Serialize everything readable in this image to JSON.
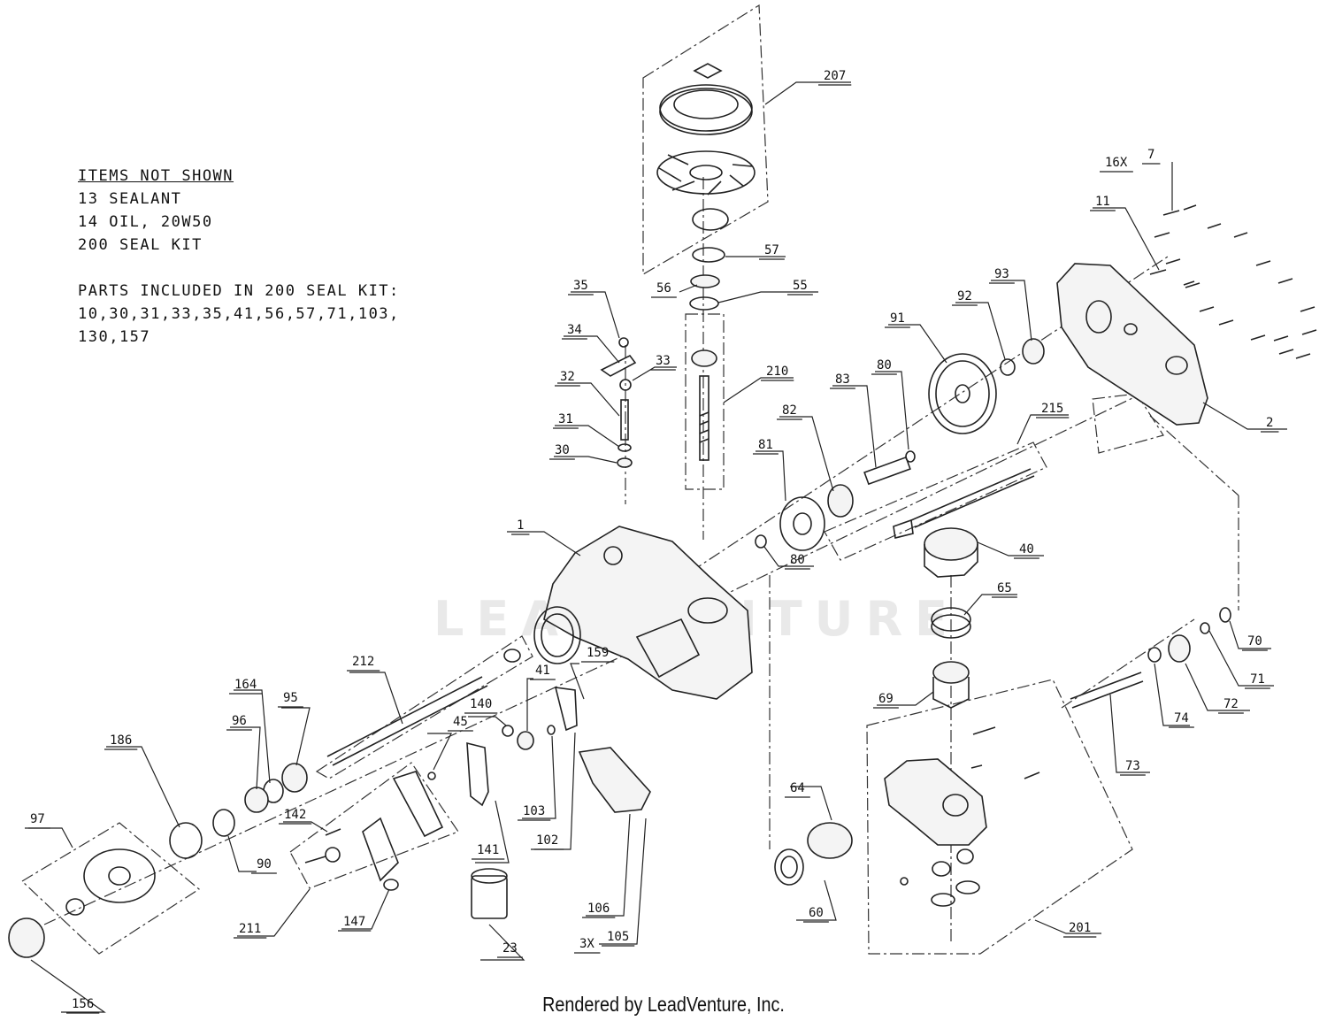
{
  "notes": {
    "heading": "ITEMS NOT SHOWN",
    "lines": [
      "13 SEALANT",
      "14 OIL, 20W50",
      "200 SEAL KIT"
    ],
    "kit_title": "PARTS INCLUDED IN 200 SEAL KIT:",
    "kit_lines": [
      "10,30,31,33,35,41,56,57,71,103,",
      "130,157"
    ]
  },
  "watermark": "LEADVENTURE",
  "footer": "Rendered by LeadVenture, Inc.",
  "labels": {
    "l207": "207",
    "l7": "7",
    "l16x": "16X",
    "l11": "11",
    "l57": "57",
    "l56": "56",
    "l55": "55",
    "l35": "35",
    "l34": "34",
    "l33": "33",
    "l32": "32",
    "l31": "31",
    "l30": "30",
    "l210": "210",
    "l93": "93",
    "l92": "92",
    "l91": "91",
    "l80a": "80",
    "l83": "83",
    "l82": "82",
    "l81": "81",
    "l80b": "80",
    "l2": "2",
    "l215": "215",
    "l1": "1",
    "l40": "40",
    "l65": "65",
    "l69": "69",
    "l70": "70",
    "l71": "71",
    "l72": "72",
    "l74": "74",
    "l73": "73",
    "l212": "212",
    "l164": "164",
    "l95": "95",
    "l96": "96",
    "l159": "159",
    "l41": "41",
    "l140": "140",
    "l45": "45",
    "l186": "186",
    "l103": "103",
    "l102": "102",
    "l141": "141",
    "l142": "142",
    "l90": "90",
    "l97": "97",
    "l211": "211",
    "l147": "147",
    "l64": "64",
    "l60": "60",
    "l106": "106",
    "l105": "105",
    "l3x": "3X",
    "l23": "23",
    "l201": "201",
    "l156": "156"
  }
}
